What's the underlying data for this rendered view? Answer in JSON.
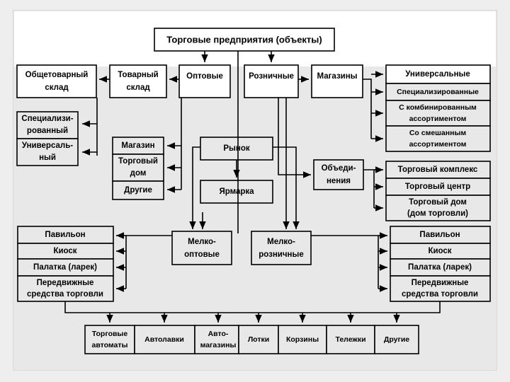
{
  "diagram": {
    "title_box": {
      "label": "Торговые предприятия (объекты)"
    },
    "level2": [
      {
        "id": "obshchetovarny",
        "label_lines": [
          "Общетоварный",
          "склад"
        ]
      },
      {
        "id": "tovarny",
        "label_lines": [
          "Товарный",
          "склад"
        ]
      },
      {
        "id": "optovye",
        "label_lines": [
          "Оптовые"
        ]
      },
      {
        "id": "roznichnye",
        "label_lines": [
          "Розничные"
        ]
      },
      {
        "id": "magaziny",
        "label_lines": [
          "Магазины"
        ]
      }
    ],
    "warehouse_types": {
      "items": [
        {
          "label_lines": [
            "Специализи-",
            "рованный"
          ]
        },
        {
          "label_lines": [
            "Универсаль-",
            "ный"
          ]
        }
      ]
    },
    "shop_forms": {
      "items": [
        {
          "label_lines": [
            "Магазин"
          ]
        },
        {
          "label_lines": [
            "Торговый",
            "дом"
          ]
        },
        {
          "label_lines": [
            "Другие"
          ]
        }
      ]
    },
    "market": {
      "label": "Рынок"
    },
    "fair": {
      "label": "Ярмарка"
    },
    "store_assortment": {
      "items": [
        {
          "label_lines": [
            "Универсальные"
          ]
        },
        {
          "label_lines": [
            "Специализированные"
          ]
        },
        {
          "label_lines": [
            "С комбинированным",
            "ассортиментом"
          ]
        },
        {
          "label_lines": [
            "Со смешанным",
            "ассортиментом"
          ]
        }
      ]
    },
    "associations": {
      "label_lines": [
        "Объеди-",
        "нения"
      ]
    },
    "association_types": {
      "items": [
        {
          "label_lines": [
            "Торговый комплекс"
          ]
        },
        {
          "label_lines": [
            "Торговый центр"
          ]
        },
        {
          "label_lines": [
            "Торговый дом",
            "(дом торговли)"
          ]
        }
      ]
    },
    "small_wholesale": {
      "label_lines": [
        "Мелко-",
        "оптовые"
      ]
    },
    "small_retail": {
      "label_lines": [
        "Мелко-",
        "розничные"
      ]
    },
    "left_outlets": {
      "items": [
        {
          "label_lines": [
            "Павильон"
          ]
        },
        {
          "label_lines": [
            "Киоск"
          ]
        },
        {
          "label_lines": [
            "Палатка (ларек)"
          ]
        },
        {
          "label_lines": [
            "Передвижные",
            "средства торговли"
          ]
        }
      ]
    },
    "right_outlets": {
      "items": [
        {
          "label_lines": [
            "Павильон"
          ]
        },
        {
          "label_lines": [
            "Киоск"
          ]
        },
        {
          "label_lines": [
            "Палатка (ларек)"
          ]
        },
        {
          "label_lines": [
            "Передвижные",
            "средства торговли"
          ]
        }
      ]
    },
    "mobile_means": {
      "items": [
        {
          "label_lines": [
            "Торговые",
            "автоматы"
          ]
        },
        {
          "label_lines": [
            "Автолавки"
          ]
        },
        {
          "label_lines": [
            "Авто-",
            "магазины"
          ]
        },
        {
          "label_lines": [
            "Лотки"
          ]
        },
        {
          "label_lines": [
            "Корзины"
          ]
        },
        {
          "label_lines": [
            "Тележки"
          ]
        },
        {
          "label_lines": [
            "Другие"
          ]
        }
      ]
    },
    "colors": {
      "page_background": "#eeeeee",
      "panel_background": "#e8e8e8",
      "box_fill": "#e8e8e8",
      "box_fill_white": "#ffffff",
      "stroke": "#000000"
    }
  }
}
